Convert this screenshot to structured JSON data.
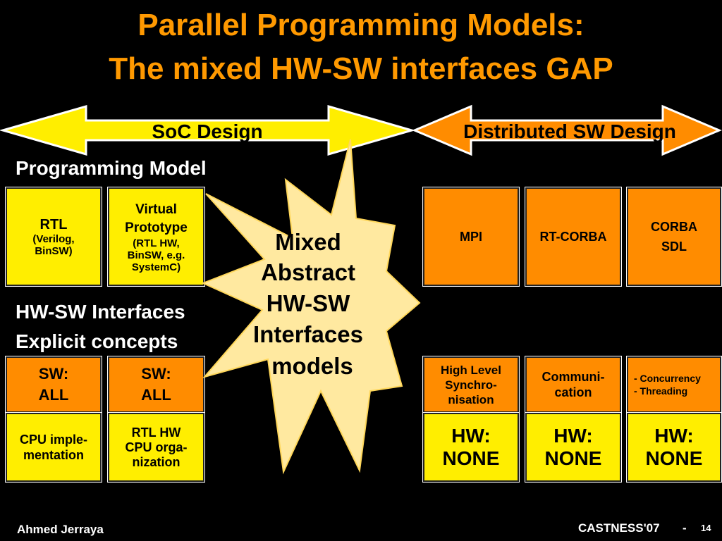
{
  "title": {
    "line1": "Parallel Programming Models:",
    "line2": "The mixed HW-SW interfaces GAP"
  },
  "arrows": {
    "soc": "SoC Design",
    "distributed": "Distributed SW Design"
  },
  "sections": {
    "programming_model": "Programming Model",
    "hwsw_line1": "HW-SW Interfaces",
    "hwsw_line2": "Explicit concepts"
  },
  "starburst": {
    "line1": "Mixed",
    "line2": "Abstract",
    "line3": "HW-SW",
    "line4": "Interfaces",
    "line5": "models"
  },
  "soc_models": {
    "rtl": {
      "l1": "RTL",
      "l2": "(Verilog,",
      "l3": "BinSW)"
    },
    "virtual": {
      "l1": "Virtual",
      "l2": "Prototype",
      "l3": "(RTL HW,",
      "l4": "BinSW, e.g.",
      "l5": "SystemC)"
    }
  },
  "dist_models": {
    "mpi": "MPI",
    "rtcorba": "RT-CORBA",
    "corba": {
      "l1": "CORBA",
      "l2": "SDL"
    }
  },
  "soc_interfaces": {
    "cpu": {
      "top1": "SW:",
      "top2": "ALL",
      "bottom1": "CPU imple-",
      "bottom2": "mentation"
    },
    "rtlhw": {
      "top1": "SW:",
      "top2": "ALL",
      "bottom1": "RTL HW",
      "bottom2": "CPU orga-",
      "bottom3": "nization"
    }
  },
  "dist_interfaces": {
    "sync": {
      "top1": "High Level",
      "top2": "Synchro-",
      "top3": "nisation",
      "bottom1": "HW:",
      "bottom2": "NONE"
    },
    "comm": {
      "top1": "Communi-",
      "top2": "cation",
      "bottom1": "HW:",
      "bottom2": "NONE"
    },
    "conc": {
      "top1": "- Concurrency",
      "top2": "- Threading",
      "bottom1": "HW:",
      "bottom2": "NONE"
    }
  },
  "footer": {
    "author": "Ahmed Jerraya",
    "event": "CASTNESS'07",
    "sep": "-",
    "page": "14"
  },
  "colors": {
    "background": "#000000",
    "title": "#FF9900",
    "yellow": "#FFEE00",
    "orange": "#FF8C00",
    "starburst": "#FFE9A0"
  }
}
